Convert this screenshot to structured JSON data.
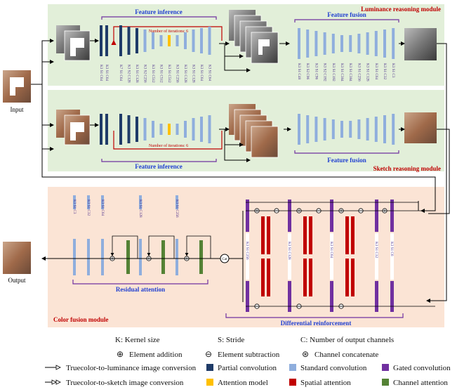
{
  "titles": {
    "luminance_module": "Luminance reasoning module",
    "sketch_module": "Sketch reasoning module",
    "color_fusion_module": "Color fusion module",
    "feature_inference": "Feature inference",
    "feature_fusion": "Feature fusion",
    "residual_attention": "Residual attention",
    "differential_reinforcement": "Differential reinforcement",
    "iterations": "Number of iterations: 6",
    "input": "Input",
    "output": "Output",
    "cat": "Cat"
  },
  "labels": {
    "lum_first_pair": [
      "K3 S1 C64"
    ],
    "lum_inference_group": [
      "K7 S1 C64",
      "K3 S2 C128",
      "K3 S1 C128",
      "K3 S2 C256",
      "K3 S1 C512",
      "K3 S1 C512",
      "K3 S1 C512",
      "K3 S1 C256",
      "K3 S1 C128",
      "K3 S1 C128",
      "K3 S1 C64",
      "K3 S1 C64"
    ],
    "lum_fusion_group": [
      "K3 S1 C48",
      "K3 S2 C96",
      "K3 S1 C96",
      "K3 S2 C192",
      "K3 S1 C192",
      "K3 S1 C384",
      "K3 S1 C384",
      "K3 S1 C256",
      "K3 S1 C128",
      "K3 S1 C64",
      "K3 S1 C32",
      "K3 S1 C3"
    ],
    "color_left": [
      "K3 S1 C3",
      "K3 S1 C32",
      "K3 S1 C64",
      "K3 S1 C128",
      "K3 S1 C256"
    ],
    "diff_labels": [
      "K3 S1 C256",
      "K3 S1 C128",
      "K3 S1 C64",
      "K3 S1 C32",
      "K3 S1 C6"
    ]
  },
  "legend": {
    "kernel": "K: Kernel size",
    "stride": "S: Stride",
    "channels": "C: Number of output channels",
    "add": "Element addition",
    "sub": "Element subtraction",
    "concat": "Channel concatenate",
    "lum_conv": "Truecolor-to-luminance image conversion",
    "sketch_conv": "Truecolor-to-sketch image conversion",
    "partial": "Partial convolution",
    "standard": "Standard convolution",
    "gated": "Gated convolution",
    "attention": "Attention model",
    "spatial": "Spatial attention",
    "channel": "Channel attention"
  },
  "colors": {
    "partial": "#1f3b68",
    "standard": "#8faedd",
    "gated": "#7030a0",
    "attention": "#ffc000",
    "spatial": "#c00000",
    "channel": "#548235",
    "green_bg": "#e2efd9",
    "orange_bg": "#fbe4d5",
    "title_blue": "#1f3fd1",
    "title_red": "#c00000",
    "bracket": "#7030a0"
  }
}
